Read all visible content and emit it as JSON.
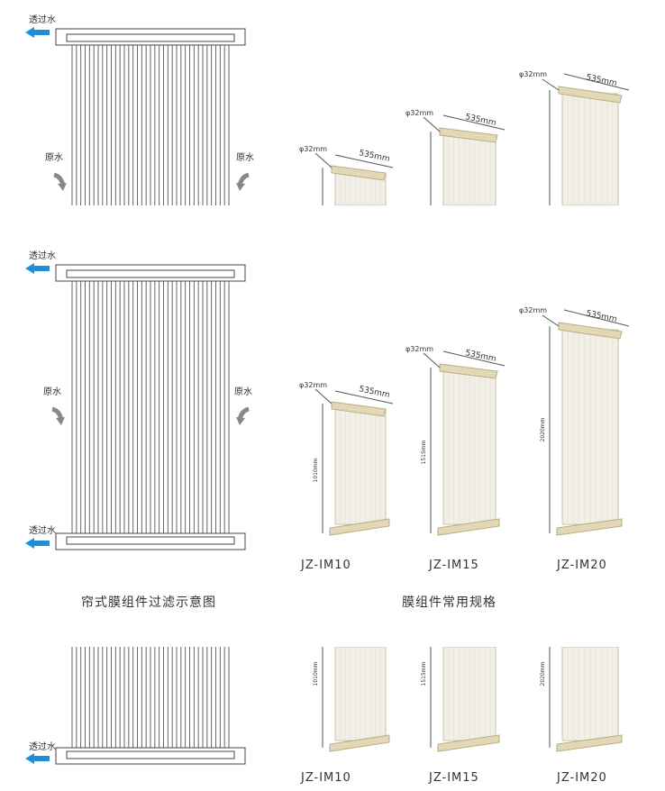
{
  "schematic": {
    "permeate_label": "透过水",
    "raw_water_label": "原水"
  },
  "specs": {
    "diameter_label": "φ32mm",
    "width_label": "535mm"
  },
  "modules": [
    {
      "model": "JZ-IM10",
      "height_label": "1010mm"
    },
    {
      "model": "JZ-IM15",
      "height_label": "1515mm"
    },
    {
      "model": "JZ-IM20",
      "height_label": "2020mm"
    }
  ],
  "captions": {
    "left": "帘式膜组件过滤示意图",
    "right": "膜组件常用规格"
  },
  "colors": {
    "arrow_blue": "#1e8fd6",
    "membrane_fill": "#f1efe6",
    "header_tan": "#e3d8b6",
    "line_gray": "#555555"
  }
}
